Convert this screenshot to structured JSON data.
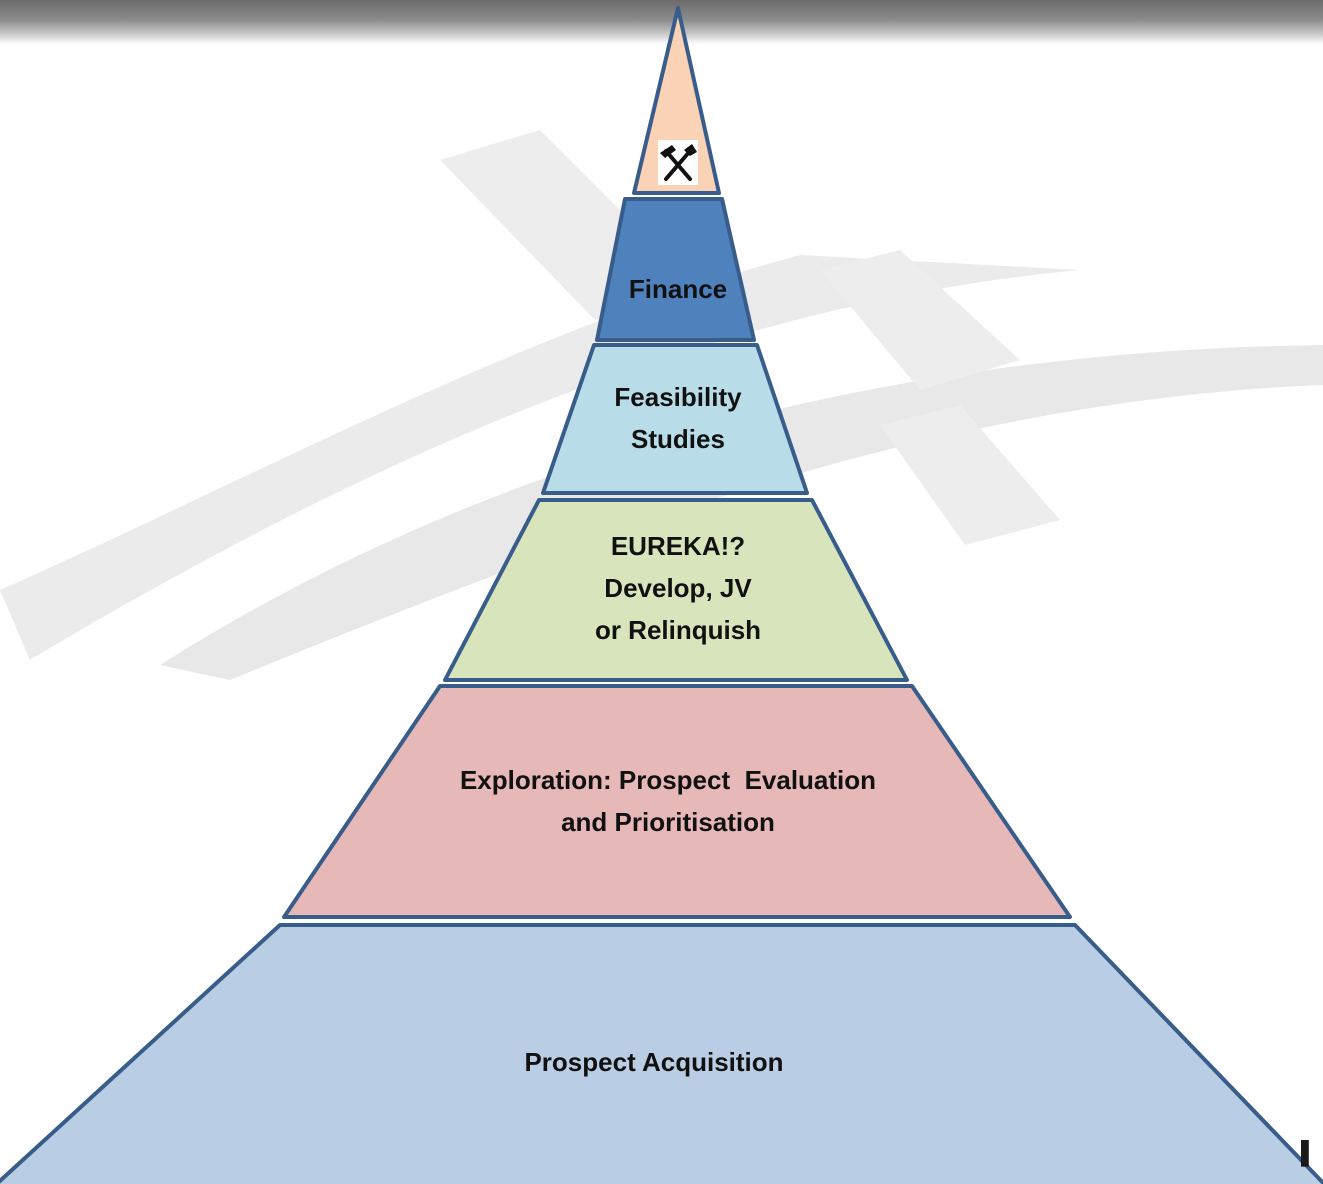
{
  "diagram": {
    "type": "pyramid",
    "apex_icon": "hammer-and-pick-icon",
    "tiers": [
      {
        "id": "apex",
        "label": "",
        "fill": "#FAD2B6"
      },
      {
        "id": "finance",
        "label": "Finance",
        "fill": "#4F81BD"
      },
      {
        "id": "feasibility",
        "label": "Feasibility\nStudies",
        "fill": "#B8DDE8"
      },
      {
        "id": "eureka",
        "label": "EUREKA!?\nDevelop, JV\nor Relinquish",
        "fill": "#D7E4BC"
      },
      {
        "id": "exploration",
        "label": "Exploration: Prospect  Evaluation\nand Prioritisation",
        "fill": "#E6B8B7"
      },
      {
        "id": "acquisition",
        "label": "Prospect Acquisition",
        "fill": "#B9CDE4"
      }
    ],
    "outline_color": "#385D8A",
    "watermark_color": "#E6E6E6"
  }
}
